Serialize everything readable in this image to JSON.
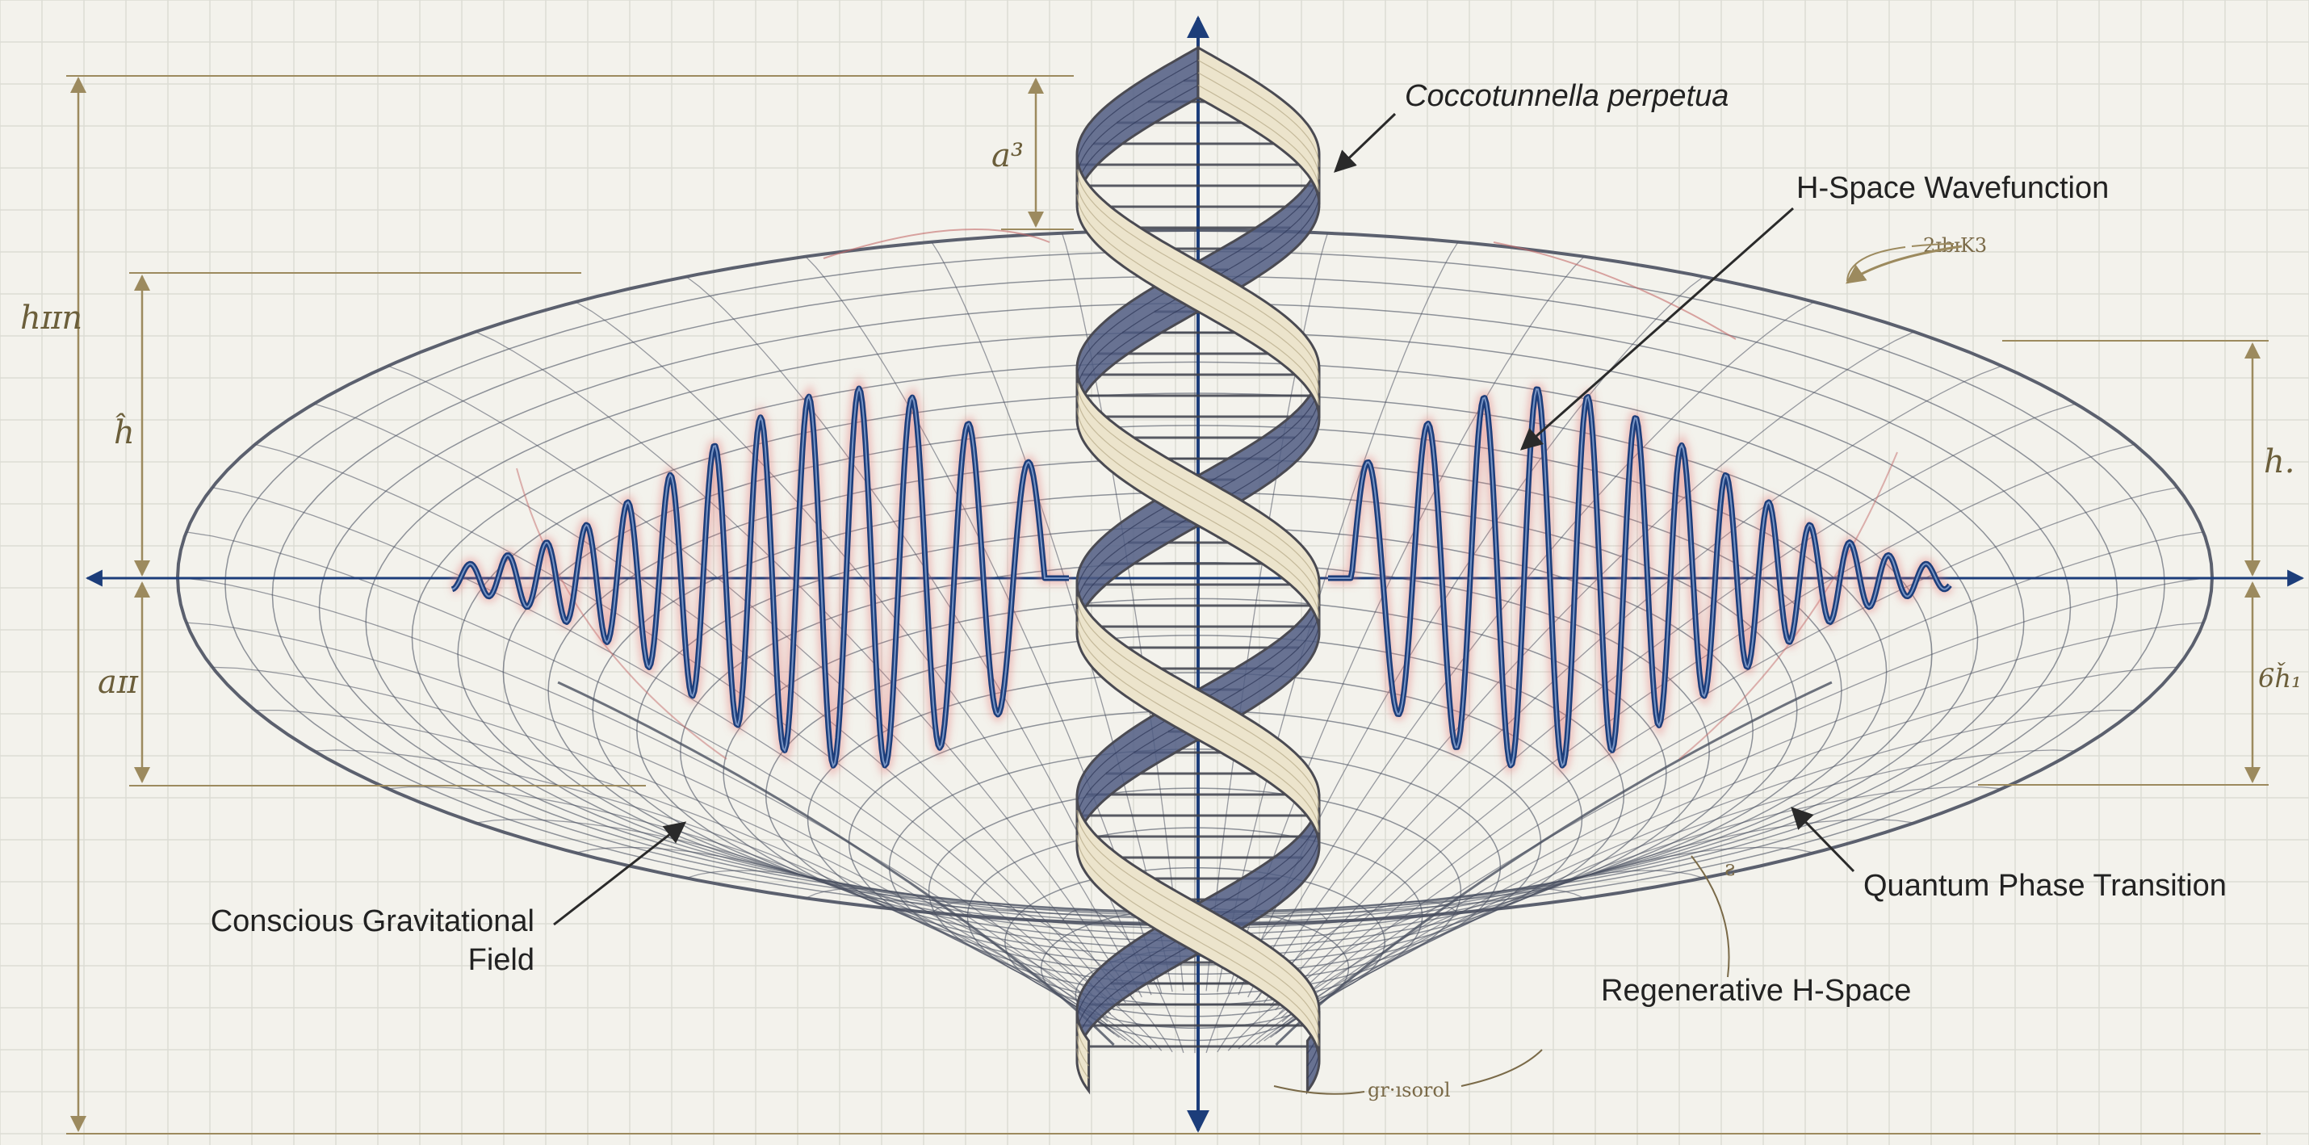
{
  "labels": {
    "helix_name": "Coccotunnella perpetua",
    "wavefunction": "H-Space Wavefunction",
    "phase_transition": "Quantum Phase Transition",
    "regenerative": "Regenerative H-Space",
    "field_line1": "Conscious Gravitational",
    "field_line2": "Field"
  },
  "dimension_labels": {
    "top_gap": "a³",
    "left_outer": "hɪɪn",
    "left_upper": "ĥ",
    "left_lower": "aɪɪ",
    "right_upper": "h.",
    "right_lower": "6ȟ₁",
    "right_small": "2ɪbɪK3",
    "mid_small": "ƨ",
    "bottom_small": "gr·ısorol"
  },
  "colors": {
    "background": "#f3f2ec",
    "grid": "#dcdcd4",
    "mesh": "#4a5060",
    "wave": "#1c3d7a",
    "wave_glow": "#e27b7b",
    "axis": "#1c3d7a",
    "helix_fill": "#ece4cc",
    "helix_stroke": "#4a4a52",
    "helix_back": "#4f5c82",
    "dimension": "#9c8a5e"
  }
}
